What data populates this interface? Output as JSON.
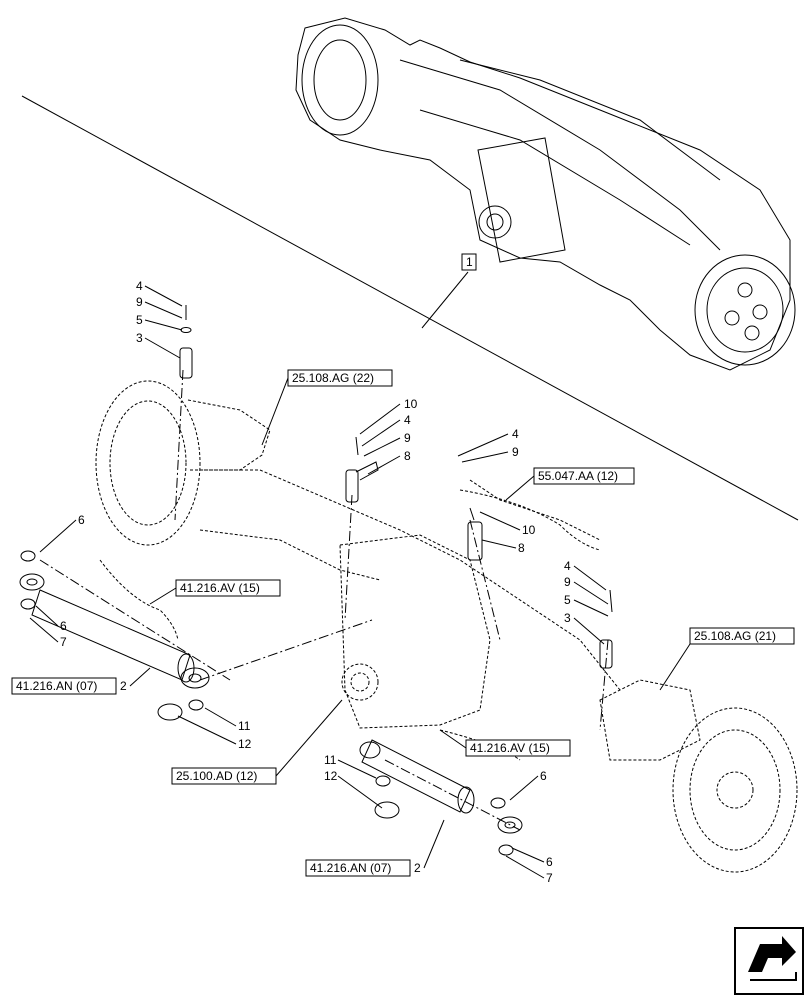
{
  "overview_callout": "1",
  "refs": {
    "ag22": "25.108.AG (22)",
    "ag21": "25.108.AG (21)",
    "aa12": "55.047.AA (12)",
    "av15_left": "41.216.AV (15)",
    "av15_center": "41.216.AV (15)",
    "an07_left": "41.216.AN (07)",
    "an07_center": "41.216.AN (07)",
    "ad12": "25.100.AD (12)"
  },
  "callouts": {
    "left_top": [
      "4",
      "9",
      "5",
      "3"
    ],
    "center_top": [
      "10",
      "4",
      "9",
      "8"
    ],
    "right_upper": [
      "4",
      "9",
      "10",
      "8"
    ],
    "right_lower": [
      "4",
      "9",
      "5",
      "3"
    ],
    "left_cyl": [
      "6",
      "6",
      "7",
      "2",
      "11",
      "12"
    ],
    "center_cyl": [
      "11",
      "12",
      "6",
      "2",
      "6",
      "7"
    ]
  },
  "nav_icon": "next-page-arrow"
}
